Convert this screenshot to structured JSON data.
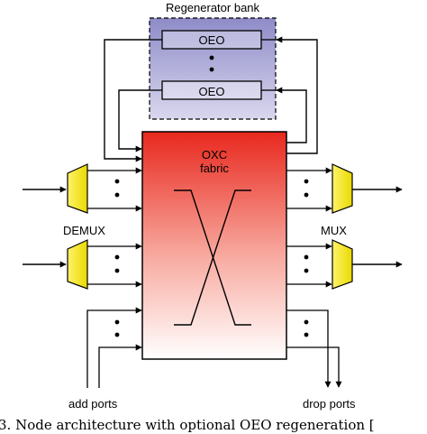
{
  "diagram": {
    "regenerator_bank_label": "Regenerator bank",
    "regenerators": [
      "OEO",
      "OEO"
    ],
    "fabric_label_line1": "OXC",
    "fabric_label_line2": "fabric",
    "demux_label": "DEMUX",
    "mux_label": "MUX",
    "add_ports_label": "add ports",
    "drop_ports_label": "drop ports",
    "caption": "3.   Node architecture with optional OEO regeneration [",
    "colors": {
      "regenerator_bank_top": "#8e8bc8",
      "regenerator_bank_bottom": "#d9d7ee",
      "fabric_top": "#e8281e",
      "fabric_bottom": "#ffffff",
      "mux_fill": "#f6ee18",
      "line": "#000000"
    }
  }
}
